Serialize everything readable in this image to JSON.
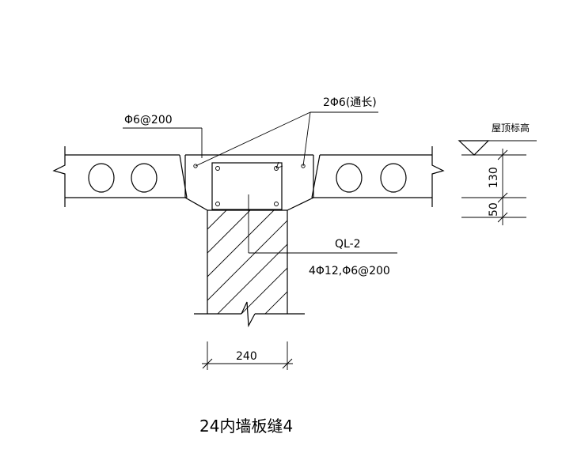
{
  "labels": {
    "slab_rebar": "Φ6@200",
    "through_bars": "2Φ6(通长)",
    "roof_elevation": "屋顶标高",
    "dim_130": "130",
    "dim_50": "50",
    "beam_name": "QL-2",
    "beam_rebar": "4Φ12,Φ6@200",
    "wall_width": "240",
    "drawing_title": "24内墙板缝4"
  }
}
